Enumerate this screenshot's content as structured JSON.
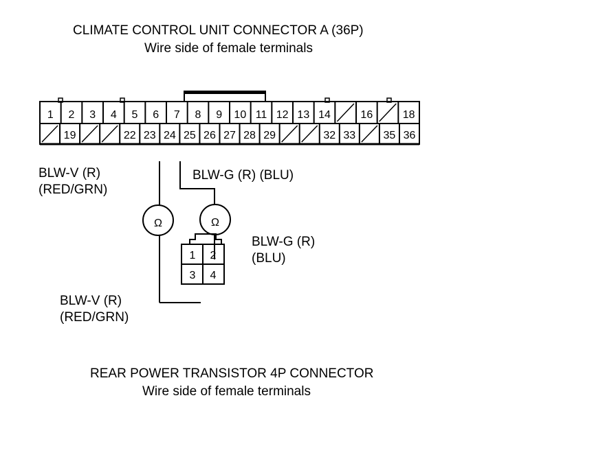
{
  "top_connector": {
    "title": "CLIMATE CONTROL UNIT CONNECTOR A (36P)",
    "subtitle": "Wire side of female terminals",
    "row1": [
      "1",
      "2",
      "3",
      "4",
      "5",
      "6",
      "7",
      "8",
      "9",
      "10",
      "11",
      "12",
      "13",
      "14",
      "",
      "16",
      "",
      "18"
    ],
    "row2": [
      "",
      "19",
      "",
      "",
      "22",
      "23",
      "24",
      "25",
      "26",
      "27",
      "28",
      "29",
      "",
      "",
      "32",
      "33",
      "",
      "35",
      "36"
    ]
  },
  "wires": {
    "blw_v_upper_line1": "BLW-V (R)",
    "blw_v_upper_line2": "(RED/GRN)",
    "blw_g_upper": "BLW-G (R) (BLU)",
    "blw_g_right_line1": "BLW-G (R)",
    "blw_g_right_line2": "(BLU)",
    "blw_v_lower_line1": "BLW-V (R)",
    "blw_v_lower_line2": "(RED/GRN)"
  },
  "meter_symbol": "Ω",
  "bottom_connector": {
    "pins": [
      "1",
      "2",
      "3",
      "4"
    ],
    "title": "REAR POWER TRANSISTOR 4P CONNECTOR",
    "subtitle": "Wire side of female terminals"
  }
}
